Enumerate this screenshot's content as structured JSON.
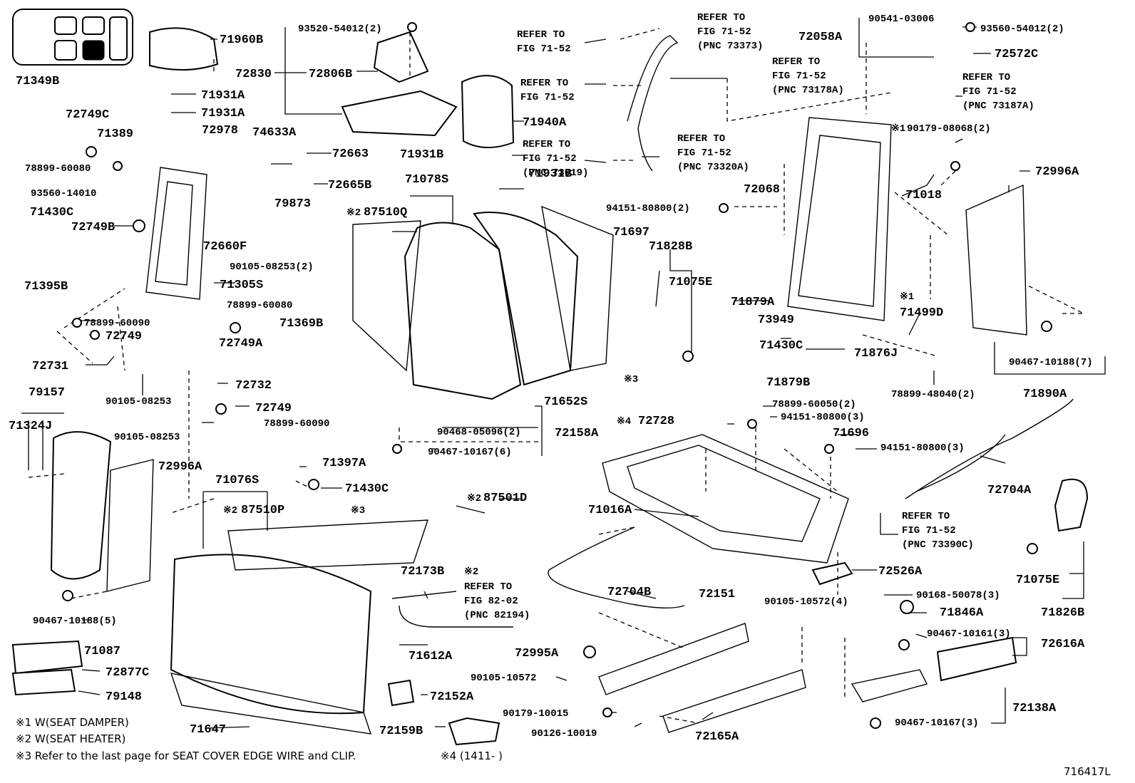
{
  "diagram_id": "716417L",
  "view_icon": {
    "name": "seat-position-indicator-icon",
    "selected_index": 4
  },
  "labels": {
    "l71960B": "71960B",
    "l93520": "93520-54012(2)",
    "l72830": "72830",
    "l72806B": "72806B",
    "l71349B": "71349B",
    "l72749C": "72749C",
    "l71389": "71389",
    "l78899_60080a": "78899-60080",
    "l71931A_1": "71931A",
    "l71931A_2": "71931A",
    "l72978": "72978",
    "l74633A": "74633A",
    "l72663": "72663",
    "l93560_14010": "93560-14010",
    "l72665B": "72665B",
    "l71430C_1": "71430C",
    "l79873": "79873",
    "l72749B": "72749B",
    "l72660F": "72660F",
    "l90105_08253_2": "90105-08253(2)",
    "l71395B": "71395B",
    "l71305S": "71305S",
    "l78899_60080b": "78899-60080",
    "l78899_60090a": "78899-60090",
    "l71369B": "71369B",
    "l72749_1": "72749",
    "l72749A": "72749A",
    "l72731": "72731",
    "l90105_08253a": "90105-08253",
    "l79157": "79157",
    "l72732": "72732",
    "l71324J": "71324J",
    "l72749_2": "72749",
    "l78899_60090b": "78899-60090",
    "l90105_08253b": "90105-08253",
    "l71397A": "71397A",
    "l72996A_1": "72996A",
    "l71430C_2": "71430C",
    "l71076S": "71076S",
    "l87510P": "87510P",
    "l3_a": "※3",
    "l2_p": "※2",
    "l90467_10188_5": "90467-10188(5)",
    "l71087": "71087",
    "l72877C": "72877C",
    "l79148": "79148",
    "l71647": "71647",
    "l71940A": "71940A",
    "l71931B_1": "71931B",
    "l71931B_2": "71931B",
    "l71078S": "71078S",
    "l87510Q": "87510Q",
    "l2_q": "※2",
    "l71697": "71697",
    "l71652S": "71652S",
    "l3_b": "※3",
    "l90468": "90468-05096(2)",
    "l72158A": "72158A",
    "l90467_10167_6": "90467-10167(6)",
    "l87501D": "87501D",
    "l2_d": "※2",
    "l72173B": "72173B",
    "l2_ref": "※2",
    "ref82_1": "REFER TO",
    "ref82_2": "FIG 82-02",
    "ref82_3": "(PNC 82194)",
    "l71612A": "71612A",
    "l72152A": "72152A",
    "l72159B": "72159B",
    "ref1_1": "REFER TO",
    "ref1_2": "FIG 71-52",
    "ref2_1": "REFER TO",
    "ref2_2": "FIG 71-52",
    "ref3_1": "REFER TO",
    "ref3_2": "FIG 71-52",
    "ref3_3": "(PNC 73019)",
    "ref4_1": "REFER TO",
    "ref4_2": "FIG 71-52",
    "ref4_3": "(PNC 73373)",
    "ref5_1": "REFER TO",
    "ref5_2": "FIG 71-52",
    "ref5_3": "(PNC 73178A)",
    "ref6_1": "REFER TO",
    "ref6_2": "FIG 71-52",
    "ref6_3": "(PNC 73320A)",
    "ref7_1": "REFER TO",
    "ref7_2": "FIG 71-52",
    "ref7_3": "(PNC 73187A)",
    "ref8_1": "REFER TO",
    "ref8_2": "FIG 71-52",
    "ref8_3": "(PNC 73390C)",
    "l72058A": "72058A",
    "l90541": "90541-03006",
    "l93560_54012": "93560-54012(2)",
    "l72572C": "72572C",
    "l1_90179": "※1",
    "l90179_08068": "90179-08068(2)",
    "l72068": "72068",
    "l94151_2": "94151-80800(2)",
    "l71018": "71018",
    "l72996A_2": "72996A",
    "l71828B": "71828B",
    "l71075E_1": "71075E",
    "l71879A": "71879A",
    "l73949": "73949",
    "l71430C_3": "71430C",
    "l71876J": "71876J",
    "l71879B": "71879B",
    "l1_d": "※1",
    "l71499D": "71499D",
    "l78899_48040": "78899-48040(2)",
    "l90467_10188_7": "90467-10188(7)",
    "l71890A": "71890A",
    "l78899_60050": "78899-60050(2)",
    "l94151_3a": "94151-80800(3)",
    "l4_a": "※4",
    "l72728": "72728",
    "l71696": "71696",
    "l94151_3b": "94151-80800(3)",
    "l71016A": "71016A",
    "l72704A": "72704A",
    "l72704B": "72704B",
    "l72526A": "72526A",
    "l90105_10572_4": "90105-10572(4)",
    "l72151": "72151",
    "l90168": "90168-50078(3)",
    "l71846A": "71846A",
    "l71075E_2": "71075E",
    "l71826B": "71826B",
    "l90467_10161": "90467-10161(3)",
    "l72616A": "72616A",
    "l72995A": "72995A",
    "l90105_10572": "90105-10572",
    "l72138A": "72138A",
    "l90179_10015": "90179-10015",
    "l90126_10019": "90126-10019",
    "l72165A": "72165A",
    "l90467_10167_3": "90467-10167(3)"
  },
  "footnotes": {
    "n1": "※1 W(SEAT DAMPER)",
    "n2": "※2 W(SEAT HEATER)",
    "n3": "※3 Refer to the last page for SEAT COVER EDGE WIRE and CLIP.",
    "n4": "※4 (1411-        )"
  }
}
